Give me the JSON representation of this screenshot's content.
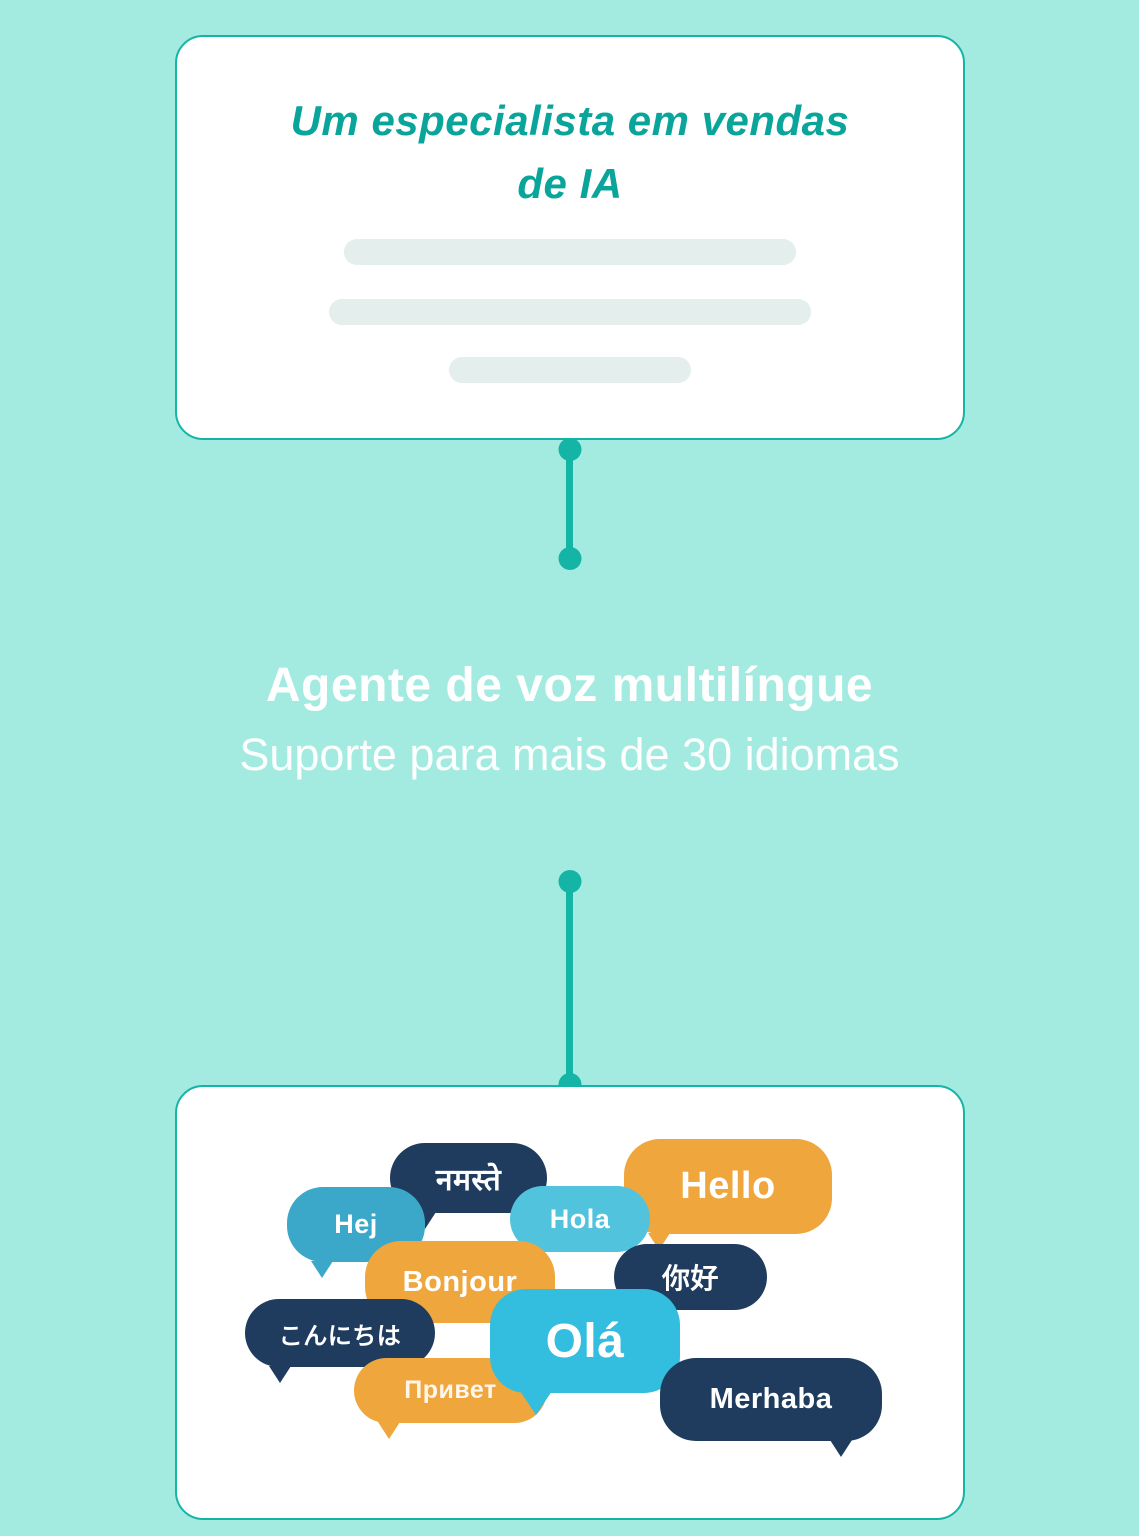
{
  "page": {
    "background_color": "#A3EBE0",
    "accent_color": "#14B4A6"
  },
  "top_card": {
    "title_line1": "Um especialista em vendas",
    "title_line2": "de IA",
    "title_color": "#0AA59A",
    "faded_paragraph_note": "faded-out paragraph text (illegible in screenshot)"
  },
  "middle_section": {
    "heading": "Agente de voz multilíngue",
    "subheading": "Suporte para mais de 30 idiomas",
    "text_color": "#FFFFFF"
  },
  "bottom_card": {
    "bubbles": [
      {
        "label": "नमस्ते",
        "color": "#1F3C5E"
      },
      {
        "label": "Hej",
        "color": "#3BA8C9"
      },
      {
        "label": "Hello",
        "color": "#EFA63C"
      },
      {
        "label": "Hola",
        "color": "#52C3DC"
      },
      {
        "label": "你好",
        "color": "#1F3C5E"
      },
      {
        "label": "Bonjour",
        "color": "#EFA63C"
      },
      {
        "label": "こんにちは",
        "color": "#1F3C5E"
      },
      {
        "label": "Привет",
        "color": "#EFA63C"
      },
      {
        "label": "Olá",
        "color": "#33BDDE"
      },
      {
        "label": "Merhaba",
        "color": "#1F3C5E"
      }
    ]
  }
}
